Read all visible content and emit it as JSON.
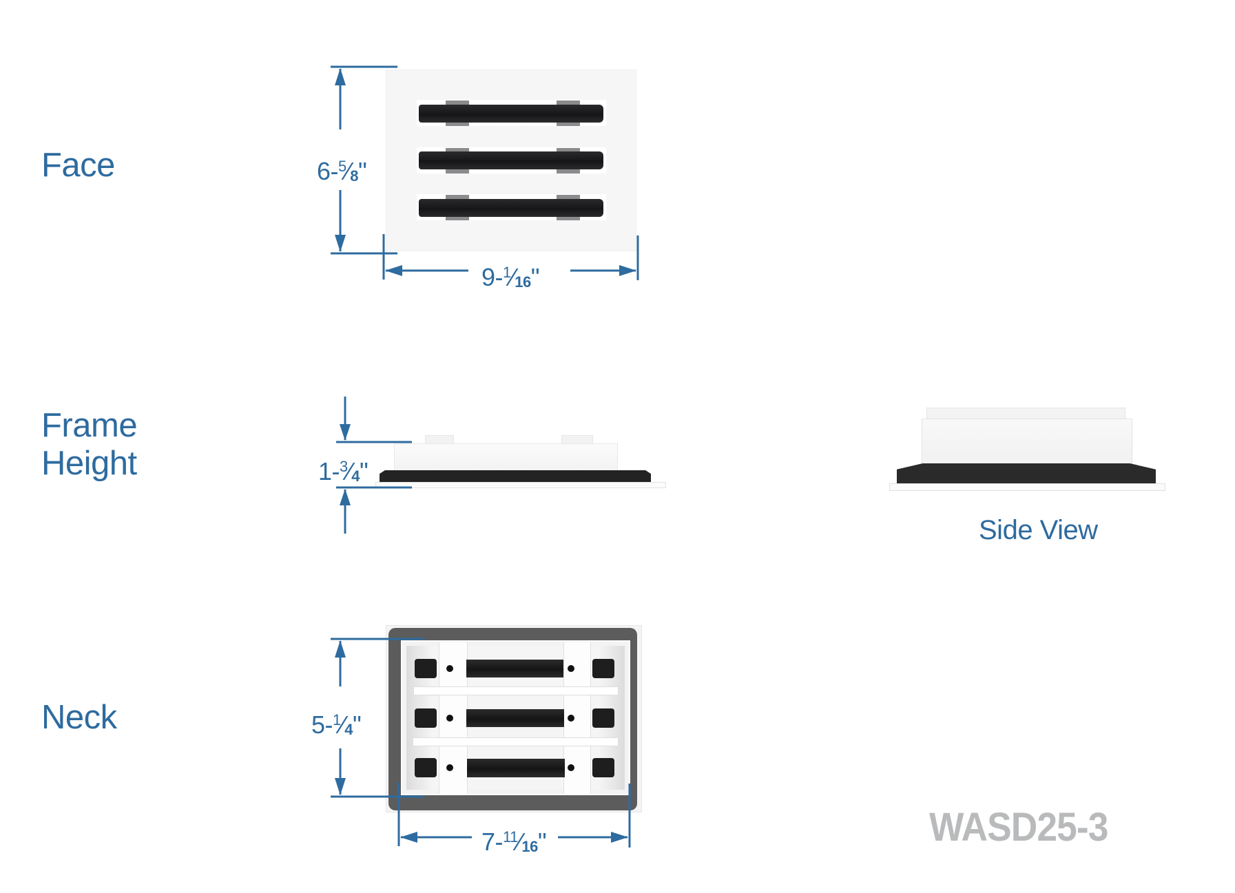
{
  "sections": {
    "face": {
      "label": "Face"
    },
    "frame_height": {
      "label_line1": "Frame",
      "label_line2": "Height"
    },
    "neck": {
      "label": "Neck"
    }
  },
  "dimensions": {
    "face_height": {
      "whole": "6-",
      "num": "5",
      "den": "8",
      "unit": "\""
    },
    "face_width": {
      "whole": "9-",
      "num": "1",
      "den": "16",
      "unit": "\""
    },
    "frame_height": {
      "whole": "1-",
      "num": "3",
      "den": "4",
      "unit": "\""
    },
    "neck_height": {
      "whole": "5-",
      "num": "1",
      "den": "4",
      "unit": "\""
    },
    "neck_width": {
      "whole": "7-",
      "num": "11",
      "den": "16",
      "unit": "\""
    }
  },
  "side_view": {
    "caption": "Side View"
  },
  "model_number": "WASD25-3",
  "colors": {
    "accent_blue": "#2e6b9f",
    "model_gray": "#b9babb",
    "bar_black": "#1c1c1e",
    "foam_black": "#2a2a2a",
    "neck_foam": "#5a5a5a"
  }
}
